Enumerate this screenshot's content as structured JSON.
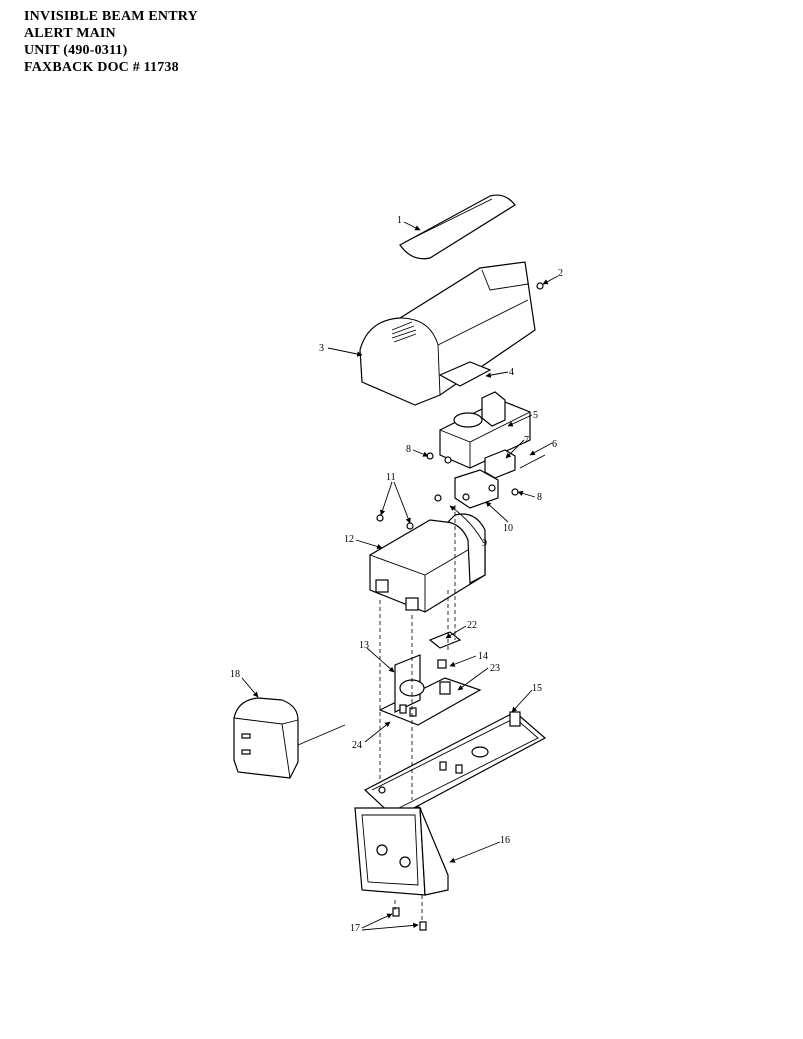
{
  "header": {
    "line1": "INVISIBLE BEAM ENTRY",
    "line2": "ALERT MAIN",
    "line3": "UNIT  (490-0311)",
    "line4": "FAXBACK DOC # 11738"
  },
  "callouts": [
    "1",
    "2",
    "3",
    "4",
    "5",
    "6",
    "7",
    "8",
    "8",
    "9",
    "10",
    "11",
    "12",
    "13",
    "14",
    "15",
    "16",
    "17",
    "18",
    "22",
    "23",
    "24"
  ]
}
